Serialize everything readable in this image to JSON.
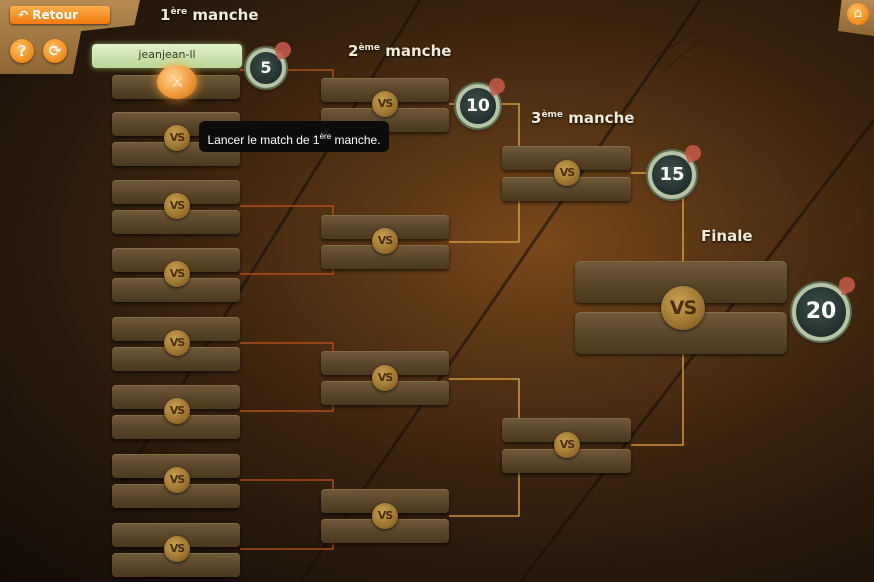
{
  "header": {
    "back_label": "Retour",
    "help_icon": "question-icon",
    "refresh_icon": "refresh-icon",
    "home_icon": "home-icon"
  },
  "rounds": {
    "r1": {
      "num": "1",
      "sup": "ère",
      "label": " manche"
    },
    "r2": {
      "num": "2",
      "sup": "ème",
      "label": " manche"
    },
    "r3": {
      "num": "3",
      "sup": "ème",
      "label": " manche"
    },
    "final": "Finale"
  },
  "points": {
    "r1": "5",
    "r2": "10",
    "r3": "15",
    "final": "20"
  },
  "player": {
    "name": "jeanjean-ll"
  },
  "vs_label": "VS",
  "tooltip": {
    "prefix": "Lancer le match de 1",
    "sup": "ère",
    "suffix": " manche."
  },
  "colors": {
    "accent": "#f07a10",
    "line": "#c8541c",
    "line_gold": "#e8a84a"
  }
}
